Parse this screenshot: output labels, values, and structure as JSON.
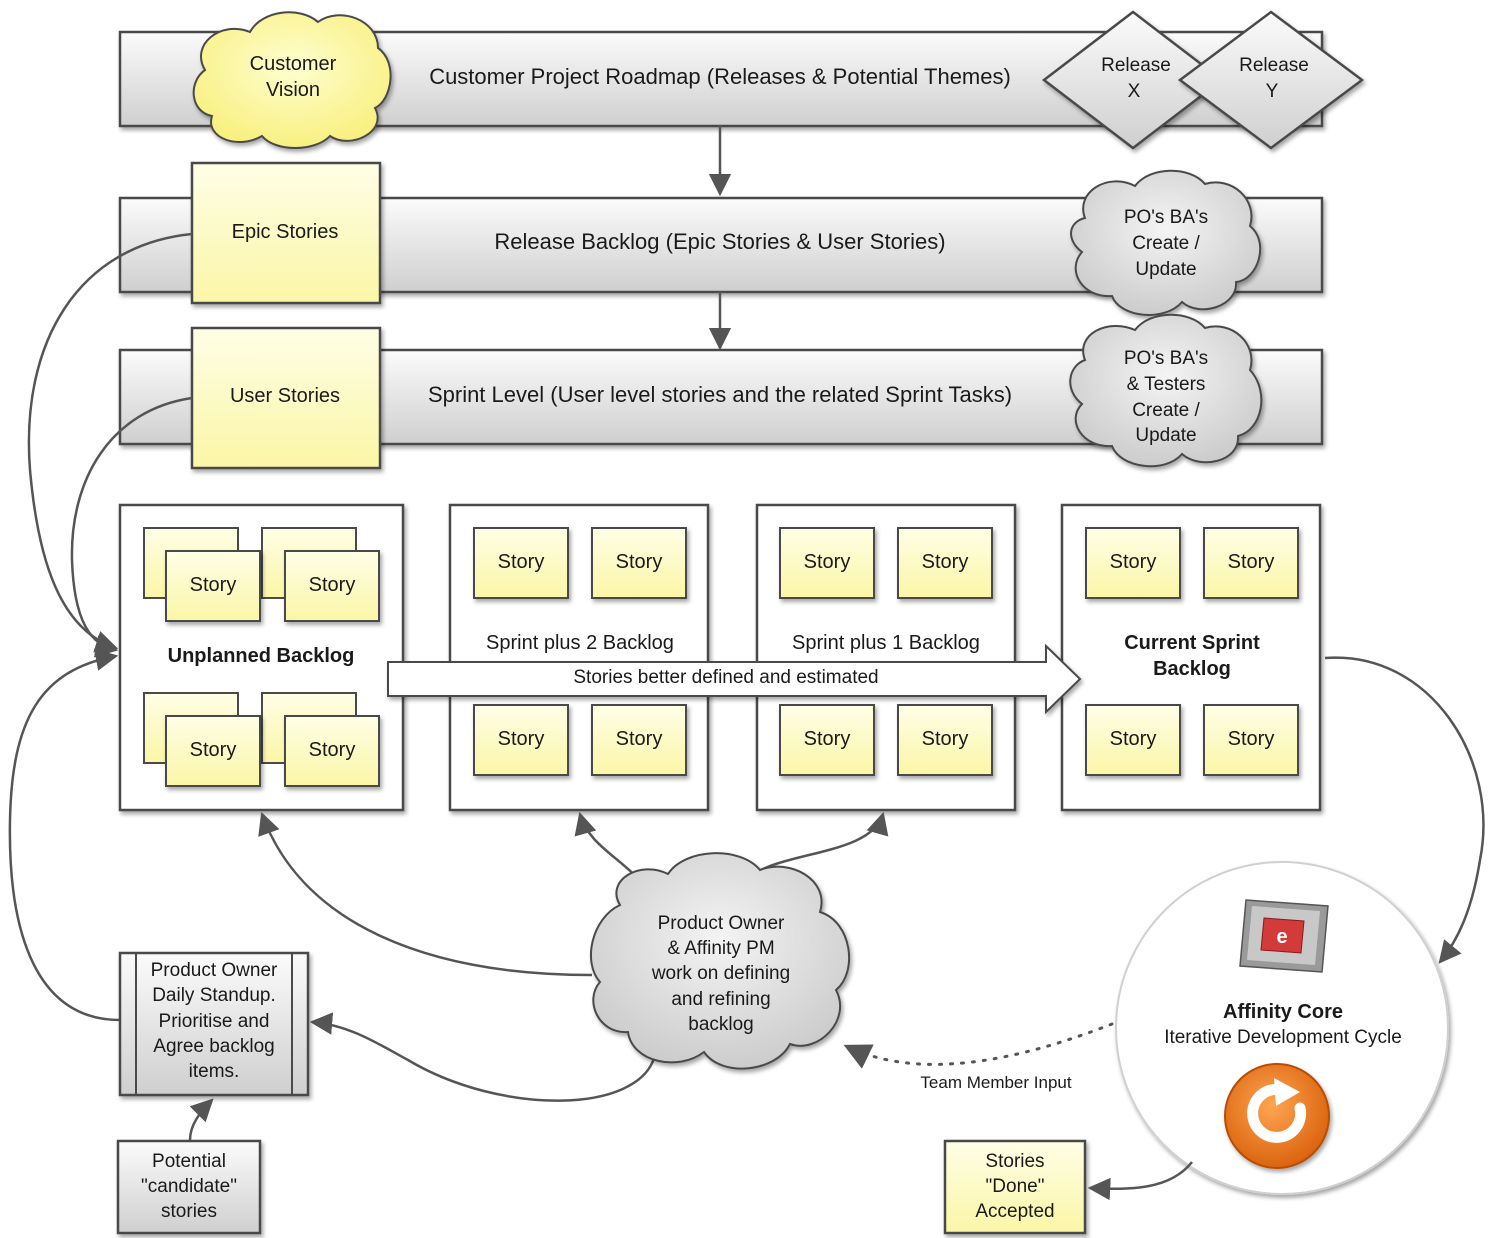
{
  "top": {
    "customer_vision": [
      "Customer",
      "Vision"
    ],
    "roadmap": "Customer Project Roadmap (Releases & Potential Themes)",
    "release_x": [
      "Release",
      "X"
    ],
    "release_y": [
      "Release",
      "Y"
    ]
  },
  "release_backlog": {
    "epic": "Epic Stories",
    "title": "Release Backlog (Epic Stories & User Stories)",
    "cloud": [
      "PO's BA's",
      "Create /",
      "Update"
    ]
  },
  "sprint_level": {
    "user": "User Stories",
    "title": "Sprint Level (User level stories and the related Sprint Tasks)",
    "cloud": [
      "PO's BA's",
      "& Testers",
      "Create /",
      "Update"
    ]
  },
  "story_label": "Story",
  "boards": {
    "unplanned": "Unplanned Backlog",
    "sprint2": "Sprint plus 2 Backlog",
    "sprint1": "Sprint plus 1 Backlog",
    "current": [
      "Current Sprint",
      "Backlog"
    ]
  },
  "flow_arrow": "Stories better defined and estimated",
  "po_cloud": [
    "Product Owner",
    "& Affinity PM",
    "work on defining",
    "and refining",
    "backlog"
  ],
  "standup": [
    "Product Owner",
    "Daily Standup.",
    "Prioritise and",
    "Agree backlog",
    "items."
  ],
  "candidate": [
    "Potential",
    "\"candidate\"",
    "stories"
  ],
  "core": {
    "title": "Affinity Core",
    "subtitle": "Iterative Development Cycle"
  },
  "team_input": "Team Member Input",
  "done": [
    "Stories",
    "\"Done\"",
    "Accepted"
  ],
  "colors": {
    "sticky": "#fdfcc0",
    "bar": "#e4e4e4",
    "border": "#4a4a4a",
    "cloud": "#e0e0e0",
    "accent": "#ee7a1e"
  }
}
